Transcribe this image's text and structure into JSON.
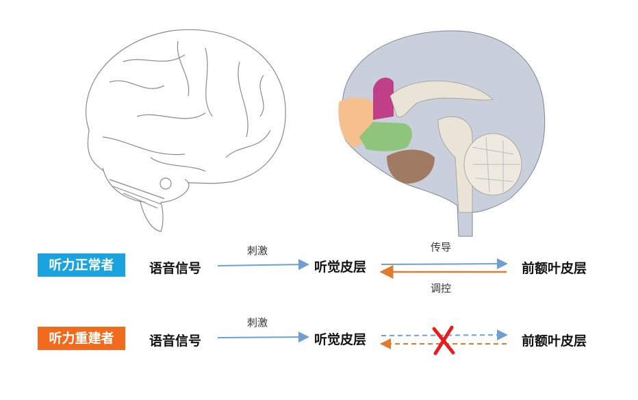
{
  "title": "听力正常者与听力重建者的听觉通路对比",
  "rows": [
    {
      "group": "听力正常者",
      "color": "#1ba3e0",
      "source": "语音信号",
      "stim_label": "刺激",
      "mid": "听觉皮层",
      "forward_label": "传导",
      "backward_label": "调控",
      "target": "前额叶皮层",
      "connection": "intact"
    },
    {
      "group": "听力重建者",
      "color": "#f26b1d",
      "source": "语音信号",
      "stim_label": "刺激",
      "mid": "听觉皮层",
      "target": "前额叶皮层",
      "connection": "broken"
    }
  ],
  "colors": {
    "arrow_blue": "#6f9fd2",
    "arrow_orange": "#e07b2c",
    "cross": "#e81c1c"
  },
  "icons": {
    "left_image": "brain-lateral-outline-icon",
    "right_image": "brain-sagittal-section-icon",
    "cross": "x-mark-icon"
  }
}
